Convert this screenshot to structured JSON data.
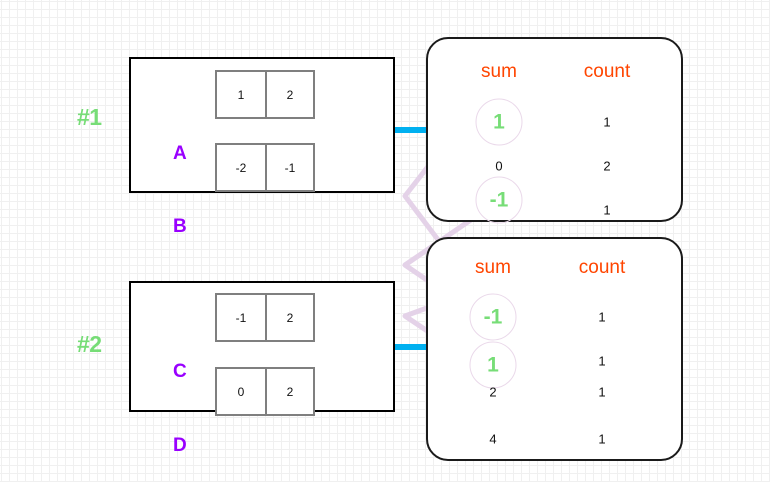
{
  "diagram": {
    "title": "shuffle-aggregation-diagram",
    "colors": {
      "group_label": "#77dd77",
      "row_letter": "#9900ff",
      "column_header": "#ff4500",
      "highlight_value": "#77dd77",
      "connector": "#e4d2e8",
      "arrow": "#00b0f0",
      "box_border": "#000000",
      "cell_border": "#7f7f7f"
    },
    "groups": [
      {
        "label": "#1",
        "rows": [
          {
            "name": "A",
            "cells": [
              "1",
              "2"
            ]
          },
          {
            "name": "B",
            "cells": [
              "-2",
              "-1"
            ]
          }
        ]
      },
      {
        "label": "#2",
        "rows": [
          {
            "name": "C",
            "cells": [
              "-1",
              "2"
            ]
          },
          {
            "name": "D",
            "cells": [
              "0",
              "2"
            ]
          }
        ]
      }
    ],
    "panels": [
      {
        "name": "panel-top",
        "headers": [
          "sum",
          "count"
        ],
        "rows": [
          {
            "sum": "1",
            "count": "1",
            "highlight": true
          },
          {
            "sum": "0",
            "count": "2",
            "highlight": false
          },
          {
            "sum": "-1",
            "count": "1",
            "highlight": true
          }
        ]
      },
      {
        "name": "panel-bottom",
        "headers": [
          "sum",
          "count"
        ],
        "rows": [
          {
            "sum": "-1",
            "count": "1",
            "highlight": true
          },
          {
            "sum": "1",
            "count": "1",
            "highlight": true
          },
          {
            "sum": "2",
            "count": "1",
            "highlight": false
          },
          {
            "sum": "4",
            "count": "1",
            "highlight": false
          }
        ]
      }
    ],
    "arrows": [
      {
        "name": "arrow-group1-to-panel-top"
      },
      {
        "name": "arrow-group2-to-panel-bottom"
      }
    ]
  }
}
